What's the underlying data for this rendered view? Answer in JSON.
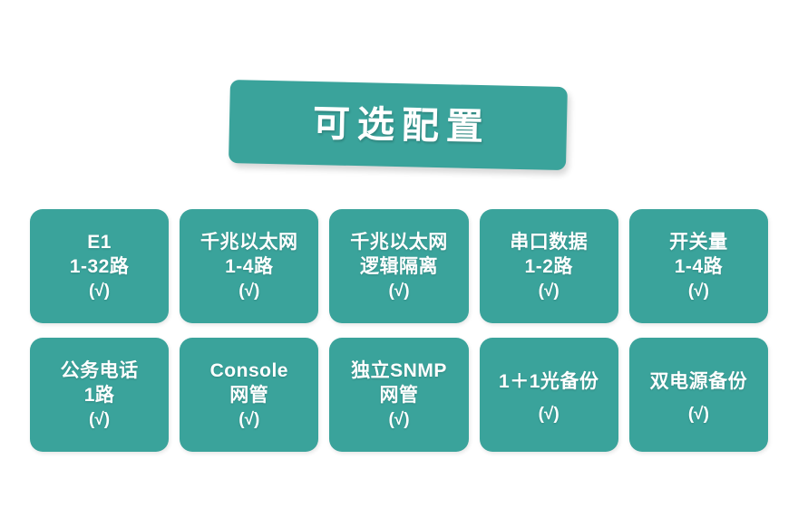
{
  "banner": {
    "title": "可选配置",
    "color": "#3aa39b"
  },
  "theme": {
    "accent": "#3aa39b",
    "text": "#ffffff",
    "background": "#ffffff"
  },
  "grid": {
    "rows": [
      {
        "cards": [
          {
            "lines": [
              "E1",
              "1-32路"
            ],
            "check": "(√)"
          },
          {
            "lines": [
              "千兆以太网",
              "1-4路"
            ],
            "check": "(√)"
          },
          {
            "lines": [
              "千兆以太网",
              "逻辑隔离"
            ],
            "check": "(√)"
          },
          {
            "lines": [
              "串口数据",
              "1-2路"
            ],
            "check": "(√)"
          },
          {
            "lines": [
              "开关量",
              "1-4路"
            ],
            "check": "(√)"
          }
        ]
      },
      {
        "cards": [
          {
            "lines": [
              "公务电话",
              "1路"
            ],
            "check": "(√)"
          },
          {
            "lines": [
              "Console",
              "网管"
            ],
            "check": "(√)"
          },
          {
            "lines": [
              "独立SNMP",
              "网管"
            ],
            "check": "(√)"
          },
          {
            "lines": [
              "1＋1光备份"
            ],
            "check": "(√)"
          },
          {
            "lines": [
              "双电源备份"
            ],
            "check": "(√)"
          }
        ]
      }
    ]
  }
}
